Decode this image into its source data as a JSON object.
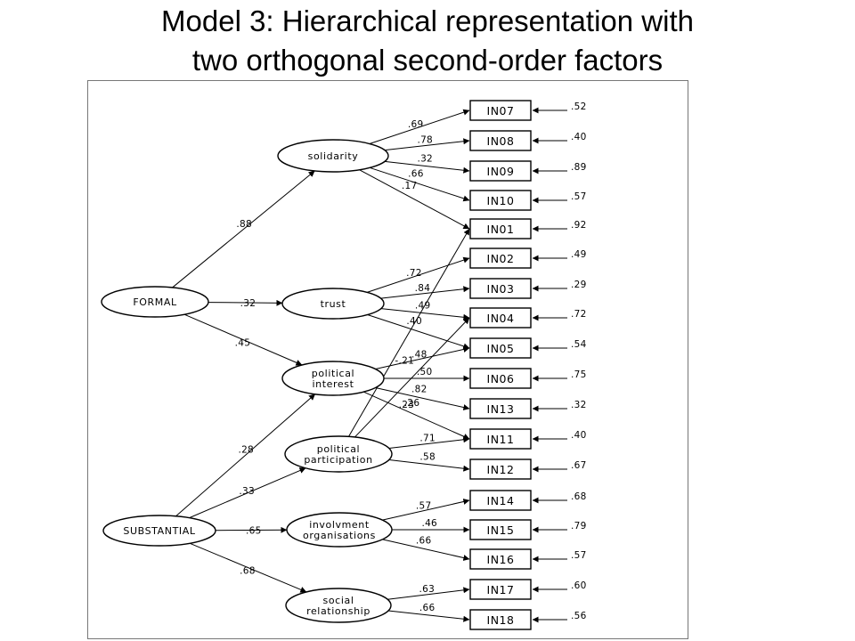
{
  "title": {
    "line1": "Model 3: Hierarchical representation with",
    "line2": "two orthogonal second-order factors"
  },
  "second_order_factors": [
    {
      "id": "FORMAL",
      "label": "FORMAL"
    },
    {
      "id": "SUBSTANTIAL",
      "label": "SUBSTANTIAL"
    }
  ],
  "first_order_factors": [
    {
      "id": "solidarity",
      "lines": [
        "solidarity"
      ]
    },
    {
      "id": "trust",
      "lines": [
        "trust"
      ]
    },
    {
      "id": "polint",
      "lines": [
        "political",
        "interest"
      ]
    },
    {
      "id": "polpart",
      "lines": [
        "political",
        "participation"
      ]
    },
    {
      "id": "involv",
      "lines": [
        "involvment",
        "organisations"
      ]
    },
    {
      "id": "social",
      "lines": [
        "social",
        "relationship"
      ]
    }
  ],
  "indicators": [
    {
      "id": "IN07",
      "label": "IN07",
      "error": ".52"
    },
    {
      "id": "IN08",
      "label": "IN08",
      "error": ".40"
    },
    {
      "id": "IN09",
      "label": "IN09",
      "error": ".89"
    },
    {
      "id": "IN10",
      "label": "IN10",
      "error": ".57"
    },
    {
      "id": "IN01",
      "label": "IN01",
      "error": ".92"
    },
    {
      "id": "IN02",
      "label": "IN02",
      "error": ".49"
    },
    {
      "id": "IN03",
      "label": "IN03",
      "error": ".29"
    },
    {
      "id": "IN04",
      "label": "IN04",
      "error": ".72"
    },
    {
      "id": "IN05",
      "label": "IN05",
      "error": ".54"
    },
    {
      "id": "IN06",
      "label": "IN06",
      "error": ".75"
    },
    {
      "id": "IN13",
      "label": "IN13",
      "error": ".32"
    },
    {
      "id": "IN11",
      "label": "IN11",
      "error": ".40"
    },
    {
      "id": "IN12",
      "label": "IN12",
      "error": ".67"
    },
    {
      "id": "IN14",
      "label": "IN14",
      "error": ".68"
    },
    {
      "id": "IN15",
      "label": "IN15",
      "error": ".79"
    },
    {
      "id": "IN16",
      "label": "IN16",
      "error": ".57"
    },
    {
      "id": "IN17",
      "label": "IN17",
      "error": ".60"
    },
    {
      "id": "IN18",
      "label": "IN18",
      "error": ".56"
    }
  ],
  "second_order_paths": [
    {
      "from": "FORMAL",
      "to": "solidarity",
      "value": ".88"
    },
    {
      "from": "FORMAL",
      "to": "trust",
      "value": ".32"
    },
    {
      "from": "FORMAL",
      "to": "polint",
      "value": ".45"
    },
    {
      "from": "SUBSTANTIAL",
      "to": "polint",
      "value": ".28"
    },
    {
      "from": "SUBSTANTIAL",
      "to": "polpart",
      "value": ".33"
    },
    {
      "from": "SUBSTANTIAL",
      "to": "involv",
      "value": ".65"
    },
    {
      "from": "SUBSTANTIAL",
      "to": "social",
      "value": ".68"
    }
  ],
  "loadings": [
    {
      "from": "solidarity",
      "to": "IN07",
      "value": ".69"
    },
    {
      "from": "solidarity",
      "to": "IN08",
      "value": ".78"
    },
    {
      "from": "solidarity",
      "to": "IN09",
      "value": ".32"
    },
    {
      "from": "solidarity",
      "to": "IN10",
      "value": ".66"
    },
    {
      "from": "solidarity",
      "to": "IN01",
      "value": ".17"
    },
    {
      "from": "trust",
      "to": "IN02",
      "value": ".72"
    },
    {
      "from": "trust",
      "to": "IN03",
      "value": ".84"
    },
    {
      "from": "trust",
      "to": "IN04",
      "value": ".49"
    },
    {
      "from": "trust",
      "to": "IN05",
      "value": ".40"
    },
    {
      "from": "polint",
      "to": "IN05",
      "value": ".48"
    },
    {
      "from": "polint",
      "to": "IN06",
      "value": ".50"
    },
    {
      "from": "polint",
      "to": "IN13",
      "value": ".82"
    },
    {
      "from": "polint",
      "to": "IN11",
      "value": ".26"
    },
    {
      "from": "polpart",
      "to": "IN04",
      "value": ".23"
    },
    {
      "from": "polpart",
      "to": "IN01",
      "value": "-.21"
    },
    {
      "from": "polpart",
      "to": "IN11",
      "value": ".71"
    },
    {
      "from": "polpart",
      "to": "IN12",
      "value": ".58"
    },
    {
      "from": "involv",
      "to": "IN14",
      "value": ".57"
    },
    {
      "from": "involv",
      "to": "IN15",
      "value": ".46"
    },
    {
      "from": "involv",
      "to": "IN16",
      "value": ".66"
    },
    {
      "from": "social",
      "to": "IN17",
      "value": ".63"
    },
    {
      "from": "social",
      "to": "IN18",
      "value": ".66"
    }
  ]
}
